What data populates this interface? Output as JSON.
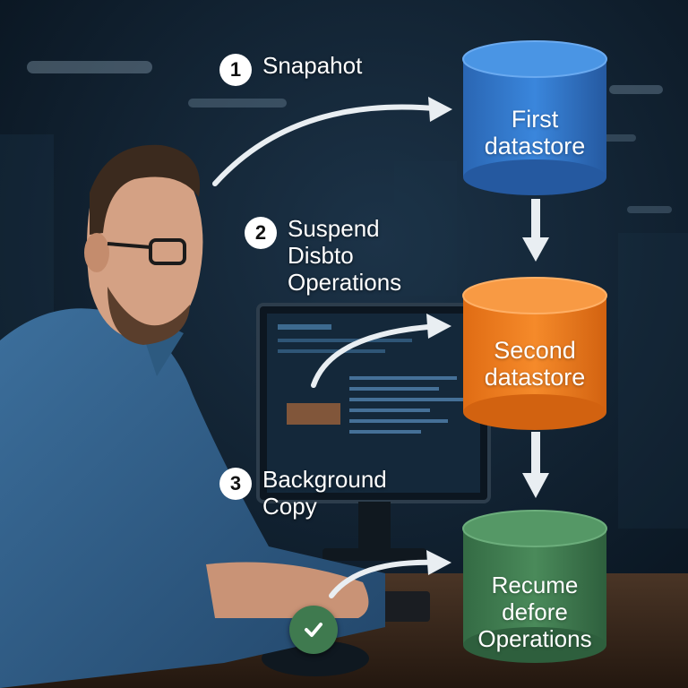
{
  "steps": [
    {
      "number": "1",
      "label": "Snapahot"
    },
    {
      "number": "2",
      "label": "Suspend\nDisbto\nOperations"
    },
    {
      "number": "3",
      "label": "Background\nCopy"
    }
  ],
  "datastores": [
    {
      "label": "First\ndatastore",
      "color": "#2e74c8"
    },
    {
      "label": "Second\ndatastore",
      "color": "#ee7d1c"
    },
    {
      "label": "Recume\ndefore\nOperations",
      "color": "#3f7a4f"
    }
  ],
  "icons": [
    "checkmark-icon"
  ]
}
